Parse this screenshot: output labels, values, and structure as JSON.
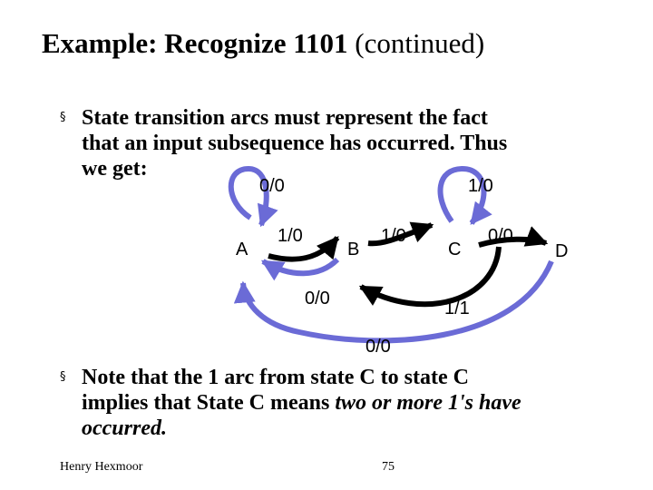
{
  "slide": {
    "title_bold": "Example: Recognize 1101",
    "title_rest": "(continued)",
    "bullet1": {
      "line1": "State transition arcs must represent the fact",
      "line2": "that an input subsequence has occurred.  Thus",
      "line3": "we get:"
    },
    "bullet2": {
      "line1": "Note that the 1 arc from state C to state C",
      "line2_pre": "implies that State C means ",
      "line2_italic": "two or more 1's have",
      "line3_italic": "occurred."
    },
    "bullet_mark": "§",
    "footer_author": "Henry Hexmoor",
    "footer_page": "75"
  },
  "diagram": {
    "states": [
      "A",
      "B",
      "C",
      "D"
    ],
    "labels": {
      "a_self": "0/0",
      "c_self": "1/0",
      "a_to_b": "1/0",
      "b_to_c": "1/0",
      "c_to_d": "0/0",
      "b_to_a": "0/0",
      "d_to_b": "1/1",
      "d_to_a": "0/0"
    },
    "colors": {
      "arc_blue": "#6b6bd6",
      "arc_black": "#000000"
    }
  }
}
